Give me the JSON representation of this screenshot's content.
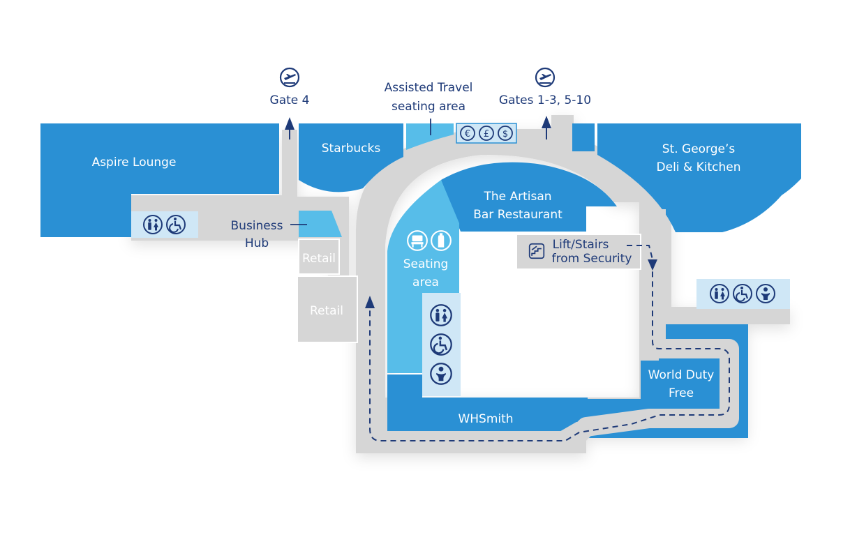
{
  "colors": {
    "store_blue": "#2a90d4",
    "light_blue": "#57bde9",
    "facility_panel": "#cfe7f6",
    "walkway_grey": "#d6d6d6",
    "navy": "#1e3a78",
    "background": "#ffffff"
  },
  "gates": {
    "gate4": {
      "label": "Gate 4",
      "icon": "departures-icon"
    },
    "gates_main": {
      "label": "Gates 1-3, 5-10",
      "icon": "departures-icon"
    }
  },
  "areas": {
    "aspire_lounge": "Aspire Lounge",
    "starbucks": "Starbucks",
    "st_georges": [
      "St. George’s",
      "Deli & Kitchen"
    ],
    "artisan": [
      "The Artisan",
      "Bar Restaurant"
    ],
    "assisted_travel": [
      "Assisted Travel",
      "seating area"
    ],
    "business_hub": [
      "Business",
      "Hub"
    ],
    "retail_1": "Retail",
    "retail_2": "Retail",
    "seating_area": [
      "Seating",
      "area"
    ],
    "lift_stairs": [
      "Lift/Stairs",
      "from Security"
    ],
    "world_duty_free": [
      "World Duty",
      "Free"
    ],
    "whsmith": "WHSmith"
  },
  "currency_exchange": {
    "icons": [
      "euro-icon",
      "pound-icon",
      "dollar-icon"
    ],
    "symbols": [
      "€",
      "£",
      "$"
    ]
  },
  "facility_icons": {
    "left_panel": [
      "toilets-icon",
      "accessible-icon"
    ],
    "right_panel": [
      "toilets-icon",
      "accessible-icon",
      "baby-change-icon"
    ],
    "center_column": [
      "toilets-icon",
      "accessible-icon",
      "baby-change-icon"
    ],
    "seating": [
      "seat-icon",
      "water-icon"
    ]
  }
}
